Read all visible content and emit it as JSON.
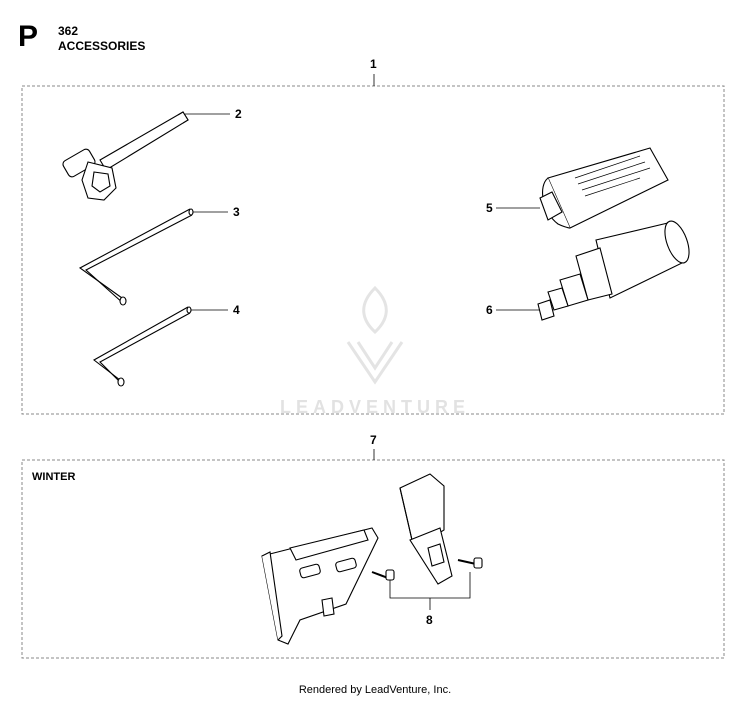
{
  "header": {
    "page_letter": "P",
    "model": "362",
    "section_title": "ACCESSORIES"
  },
  "callouts": {
    "c1": "1",
    "c2": "2",
    "c3": "3",
    "c4": "4",
    "c5": "5",
    "c6": "6",
    "c7": "7",
    "c8": "8"
  },
  "winter_label": "WINTER",
  "watermark": "LEADVENTURE",
  "footer": "Rendered by LeadVenture, Inc."
}
